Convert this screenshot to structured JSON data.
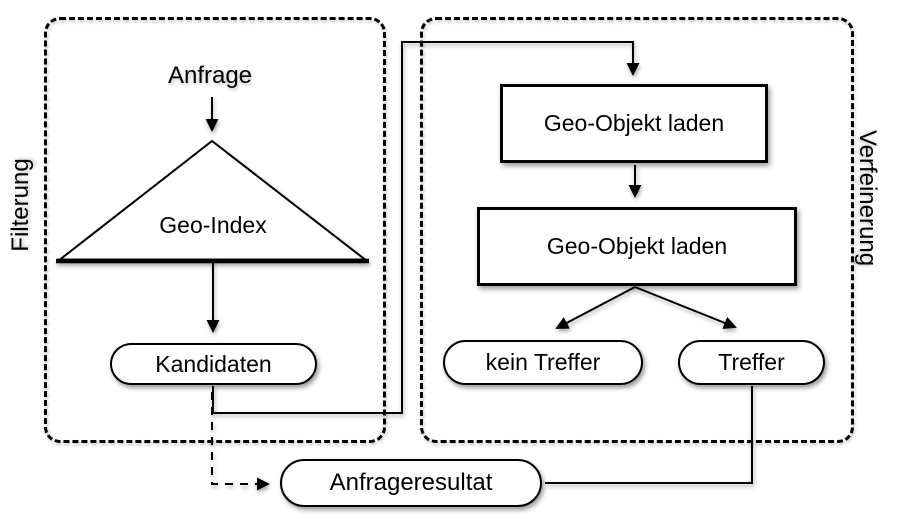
{
  "diagram": {
    "title": "Geo query filtering and refinement flowchart",
    "sections": {
      "filterung": {
        "label": "Filterung"
      },
      "verfeinerung": {
        "label": "Verfeinerung"
      }
    },
    "nodes": {
      "anfrage": {
        "label": "Anfrage",
        "shape": "text"
      },
      "geo_index": {
        "label": "Geo-Index",
        "shape": "triangle"
      },
      "kandidaten": {
        "label": "Kandidaten",
        "shape": "pill"
      },
      "geo_objekt_laden_1": {
        "label": "Geo-Objekt laden",
        "shape": "rect"
      },
      "geo_objekt_laden_2": {
        "label": "Geo-Objekt laden",
        "shape": "rect"
      },
      "kein_treffer": {
        "label": "kein Treffer",
        "shape": "pill"
      },
      "treffer": {
        "label": "Treffer",
        "shape": "pill"
      },
      "anfrageresultat": {
        "label": "Anfrageresultat",
        "shape": "pill"
      }
    },
    "edges": [
      {
        "from": "anfrage",
        "to": "geo_index",
        "style": "solid-arrow"
      },
      {
        "from": "geo_index",
        "to": "kandidaten",
        "style": "solid-arrow"
      },
      {
        "from": "kandidaten",
        "to": "geo_objekt_laden_1",
        "style": "solid-arrow"
      },
      {
        "from": "geo_objekt_laden_1",
        "to": "geo_objekt_laden_2",
        "style": "solid-arrow"
      },
      {
        "from": "geo_objekt_laden_2",
        "to": "kein_treffer",
        "style": "solid-arrow"
      },
      {
        "from": "geo_objekt_laden_2",
        "to": "treffer",
        "style": "solid-arrow"
      },
      {
        "from": "treffer",
        "to": "anfrageresultat",
        "style": "solid-line"
      },
      {
        "from": "kandidaten",
        "to": "anfrageresultat",
        "style": "dashed-arrow"
      }
    ],
    "colors": {
      "stroke": "#000000",
      "fill": "#ffffff",
      "background": "#ffffff"
    }
  }
}
